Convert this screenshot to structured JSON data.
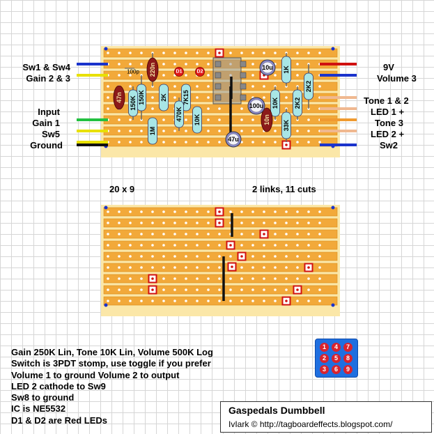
{
  "board": {
    "top": {
      "left_labels": [
        "Sw1 & Sw4",
        "Gain 2 & 3",
        "Input",
        "Gain 1",
        "Sw5",
        "Ground"
      ],
      "right_labels": [
        "9V",
        "Volume 3",
        "Tone 1 & 2",
        "LED 1 +",
        "Tone 3",
        "LED 2 +",
        "Sw2"
      ],
      "wire_colors_left": [
        "#1a33cc",
        "#e8e000",
        "#22c040",
        "#e8e000",
        "#e8e000",
        "#111111"
      ],
      "wire_colors_right": [
        "#d01010",
        "#1a33cc",
        "#f0b890",
        "#f0b890",
        "#f09a30",
        "#f0b890",
        "#1a33cc"
      ]
    },
    "mid_left": "20 x 9",
    "mid_right": "2 links, 11 cuts"
  },
  "components": {
    "cap_100p": "100p",
    "cap_220n": "220n",
    "cap_47n": "47n",
    "cap_10n": "10n",
    "diode_d1": "D1",
    "diode_d2": "D2",
    "res_150k_a": "150K",
    "res_150k_b": "150K",
    "res_2k": "2K",
    "res_7k15": "7K15",
    "res_470k": "470K",
    "res_10k_a": "10K",
    "res_1m": "1M",
    "res_1k": "1K",
    "res_10k_b": "10K",
    "res_2k2_a": "2K2",
    "res_2k2_b": "2K2",
    "res_33k": "33K",
    "cap_10u": "10u",
    "cap_100u": "100u",
    "cap_47u": "47u"
  },
  "notes": [
    "Gain 250K Lin, Tone 10K Lin, Volume 500K Log",
    "Switch is 3PDT stomp, use toggle if you prefer",
    "Volume 1 to ground Volume 2 to output",
    "LED 2 cathode to Sw9",
    "Sw8 to ground",
    "IC is NE5532",
    "D1 & D2 are Red LEDs"
  ],
  "title": "Gaspedals Dumbbell",
  "credit": "IvIark © http://tagboardeffects.blogspot.com/",
  "keypad": [
    "1",
    "4",
    "7",
    "2",
    "5",
    "8",
    "3",
    "6",
    "9"
  ],
  "colors": {
    "strip": "#f2a93a",
    "resistor": "#a8e6e6",
    "film_cap": "#8b1a1a",
    "cut": "#d01010",
    "keypad_bg": "#1f6fe0"
  }
}
